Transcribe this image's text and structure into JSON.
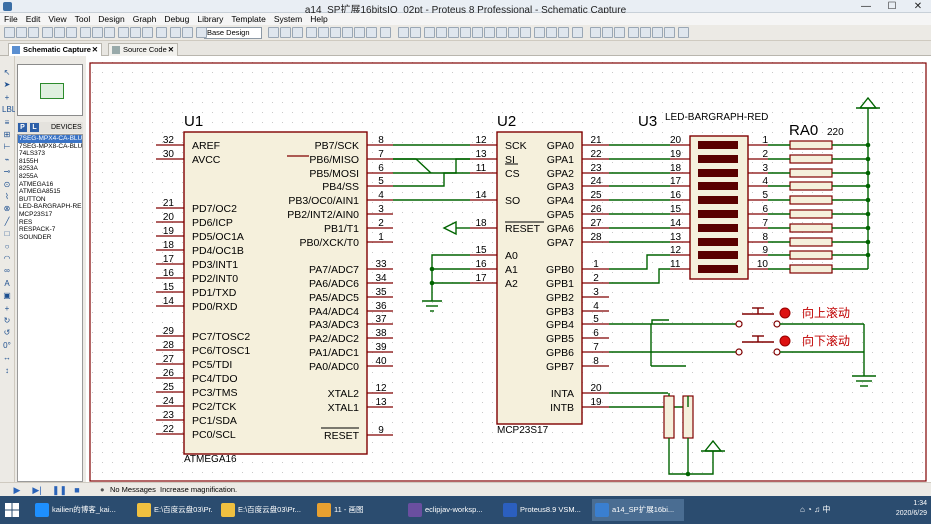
{
  "window": {
    "title": "a14_SP扩展16bitsIO_02pt - Proteus 8 Professional - Schematic Capture",
    "controls": [
      "—",
      "☐",
      "✕"
    ]
  },
  "menu": [
    "File",
    "Edit",
    "View",
    "Tool",
    "Design",
    "Graph",
    "Debug",
    "Library",
    "Template",
    "System",
    "Help"
  ],
  "toolbar": {
    "design_select": "Base Design"
  },
  "tabs": [
    {
      "label": "Schematic Capture",
      "close": "✕"
    },
    {
      "label": "Source Code",
      "close": "✕"
    }
  ],
  "left_tools": [
    "↖",
    "➤",
    "+",
    "LBL",
    "≡",
    "⊞",
    "⊢",
    "⌁",
    "⊸",
    "⊙",
    "⌇",
    "⊗",
    "╱",
    "□",
    "○",
    "◠",
    "∞",
    "A",
    "▣",
    "+",
    "↻",
    "↺",
    "0°",
    "↔",
    "↕"
  ],
  "panel": {
    "p_button": "P",
    "l_button": "L",
    "devices_label": "DEVICES",
    "devices": [
      "7SEG-MPX4-CA-BLUE",
      "7SEG-MPX8-CA-BLUE",
      "74LS373",
      "8155H",
      "8253A",
      "8255A",
      "ATMEGA16",
      "ATMEGA8515",
      "BUTTON",
      "LED-BARGRAPH-RED",
      "MCP23S17",
      "RES",
      "RESPACK-7",
      "SOUNDER"
    ]
  },
  "schematic": {
    "u1": {
      "ref": "U1",
      "part": "ATMEGA16",
      "left_pins": [
        {
          "num": "32",
          "name": "AREF"
        },
        {
          "num": "30",
          "name": "AVCC"
        },
        {
          "num": "21",
          "name": "PD7/OC2"
        },
        {
          "num": "20",
          "name": "PD6/ICP"
        },
        {
          "num": "19",
          "name": "PD5/OC1A"
        },
        {
          "num": "18",
          "name": "PD4/OC1B"
        },
        {
          "num": "17",
          "name": "PD3/INT1"
        },
        {
          "num": "16",
          "name": "PD2/INT0"
        },
        {
          "num": "15",
          "name": "PD1/TXD"
        },
        {
          "num": "14",
          "name": "PD0/RXD"
        },
        {
          "num": "29",
          "name": "PC7/TOSC2"
        },
        {
          "num": "28",
          "name": "PC6/TOSC1"
        },
        {
          "num": "27",
          "name": "PC5/TDI"
        },
        {
          "num": "26",
          "name": "PC4/TDO"
        },
        {
          "num": "25",
          "name": "PC3/TMS"
        },
        {
          "num": "24",
          "name": "PC2/TCK"
        },
        {
          "num": "23",
          "name": "PC1/SDA"
        },
        {
          "num": "22",
          "name": "PC0/SCL"
        }
      ],
      "right_pins": [
        {
          "num": "8",
          "name": "PB7/SCK"
        },
        {
          "num": "7",
          "name": "PB6/MISO"
        },
        {
          "num": "6",
          "name": "PB5/MOSI"
        },
        {
          "num": "5",
          "name": "PB4/SS"
        },
        {
          "num": "4",
          "name": "PB3/OC0/AIN1"
        },
        {
          "num": "3",
          "name": "PB2/INT2/AIN0"
        },
        {
          "num": "2",
          "name": "PB1/T1"
        },
        {
          "num": "1",
          "name": "PB0/XCK/T0"
        },
        {
          "num": "33",
          "name": "PA7/ADC7"
        },
        {
          "num": "34",
          "name": "PA6/ADC6"
        },
        {
          "num": "35",
          "name": "PA5/ADC5"
        },
        {
          "num": "36",
          "name": "PA4/ADC4"
        },
        {
          "num": "37",
          "name": "PA3/ADC3"
        },
        {
          "num": "38",
          "name": "PA2/ADC2"
        },
        {
          "num": "39",
          "name": "PA1/ADC1"
        },
        {
          "num": "40",
          "name": "PA0/ADC0"
        },
        {
          "num": "12",
          "name": "XTAL2"
        },
        {
          "num": "13",
          "name": "XTAL1"
        },
        {
          "num": "9",
          "name": "RESET"
        }
      ]
    },
    "u2": {
      "ref": "U2",
      "part": "MCP23S17",
      "left_pins": [
        {
          "num": "12",
          "name": "SCK"
        },
        {
          "num": "13",
          "name": "SI"
        },
        {
          "num": "11",
          "name": "CS"
        },
        {
          "num": "14",
          "name": "SO"
        },
        {
          "num": "18",
          "name": "RESET"
        },
        {
          "num": "15",
          "name": "A0"
        },
        {
          "num": "16",
          "name": "A1"
        },
        {
          "num": "17",
          "name": "A2"
        }
      ],
      "right_pins": [
        {
          "num": "21",
          "name": "GPA0"
        },
        {
          "num": "22",
          "name": "GPA1"
        },
        {
          "num": "23",
          "name": "GPA2"
        },
        {
          "num": "24",
          "name": "GPA3"
        },
        {
          "num": "25",
          "name": "GPA4"
        },
        {
          "num": "26",
          "name": "GPA5"
        },
        {
          "num": "27",
          "name": "GPA6"
        },
        {
          "num": "28",
          "name": "GPA7"
        },
        {
          "num": "1",
          "name": "GPB0"
        },
        {
          "num": "2",
          "name": "GPB1"
        },
        {
          "num": "3",
          "name": "GPB2"
        },
        {
          "num": "4",
          "name": "GPB3"
        },
        {
          "num": "5",
          "name": "GPB4"
        },
        {
          "num": "6",
          "name": "GPB5"
        },
        {
          "num": "7",
          "name": "GPB6"
        },
        {
          "num": "8",
          "name": "GPB7"
        },
        {
          "num": "20",
          "name": "INTA"
        },
        {
          "num": "19",
          "name": "INTB"
        }
      ]
    },
    "u3": {
      "ref": "U3",
      "part": "LED-BARGRAPH-RED",
      "left_nums": [
        "20",
        "19",
        "18",
        "17",
        "16",
        "15",
        "14",
        "13",
        "12",
        "11"
      ],
      "right_nums": [
        "1",
        "2",
        "3",
        "4",
        "5",
        "6",
        "7",
        "8",
        "9",
        "10"
      ]
    },
    "ra0": {
      "ref": "RA0",
      "value": "220"
    },
    "buttons": [
      {
        "label": "向上滚动"
      },
      {
        "label": "向下滚动"
      }
    ]
  },
  "status": {
    "messages": "No Messages",
    "hint": "Increase magnification."
  },
  "taskbar": {
    "items": [
      {
        "label": "kailien的博客_kai...",
        "color": "#1e90ff"
      },
      {
        "label": "E:\\百度云盘03\\Pr...",
        "color": "#f0c040"
      },
      {
        "label": "E:\\百度云盘03\\Pr...",
        "color": "#f0c040"
      },
      {
        "label": "11 - 画图",
        "color": "#e8a030"
      },
      {
        "label": "eclipjav-worksp...",
        "color": "#6a4fa0"
      },
      {
        "label": "Proteus8.9 VSM...",
        "color": "#2b5fbf"
      },
      {
        "label": "a14_SP扩展16bi...",
        "color": "#3a7fd0"
      }
    ],
    "tray_icons": "⌂ ◔ ♫ 中",
    "time": "1:34",
    "date": "2020/6/29"
  },
  "colors": {
    "wire": "#006400",
    "component": "#800000",
    "component_fill": "#f5f0dc",
    "text": "#000000",
    "grid": "#c8c8c8"
  }
}
